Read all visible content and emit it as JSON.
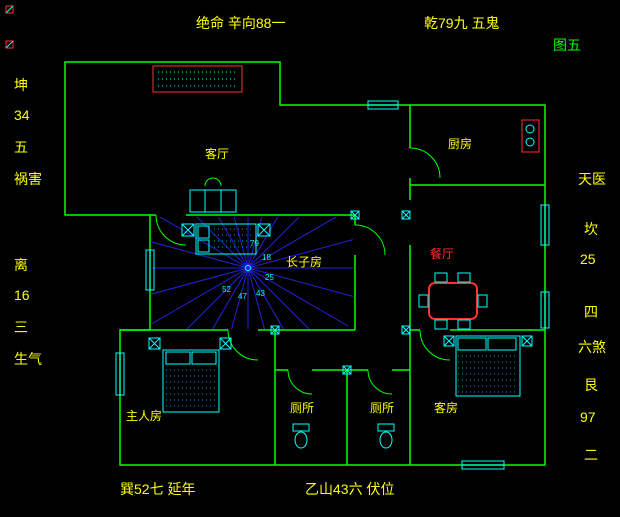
{
  "figure_label": "图五",
  "annotations": {
    "top_center": "绝命 辛向88一",
    "top_right": "乾79九 五鬼",
    "bottom_left": "巽52七 延年",
    "bottom_center": "乙山43六 伏位",
    "left_top": [
      "坤",
      "34",
      "五",
      "祸害"
    ],
    "left_bottom": [
      "离",
      "16",
      "三",
      "生气"
    ],
    "right_top": [
      "天医",
      "坎",
      "25",
      "四"
    ],
    "right_bottom": [
      "六煞",
      "艮",
      "97",
      "二"
    ]
  },
  "rooms": {
    "living": "客厅",
    "kitchen": "厨房",
    "dining": "餐厅",
    "eldest_son": "长子房",
    "master": "主人房",
    "toilet_left": "厕所",
    "toilet_right": "厕所",
    "guest": "客房"
  },
  "compass_numbers": [
    "79",
    "18",
    "25",
    "43",
    "47",
    "52"
  ],
  "colors": {
    "background": "#000000",
    "wall": "#00ff00",
    "text": "#ffff00",
    "furniture": "#00ffff",
    "accent": "#ff3030",
    "compass_ray": "#2323dd"
  }
}
